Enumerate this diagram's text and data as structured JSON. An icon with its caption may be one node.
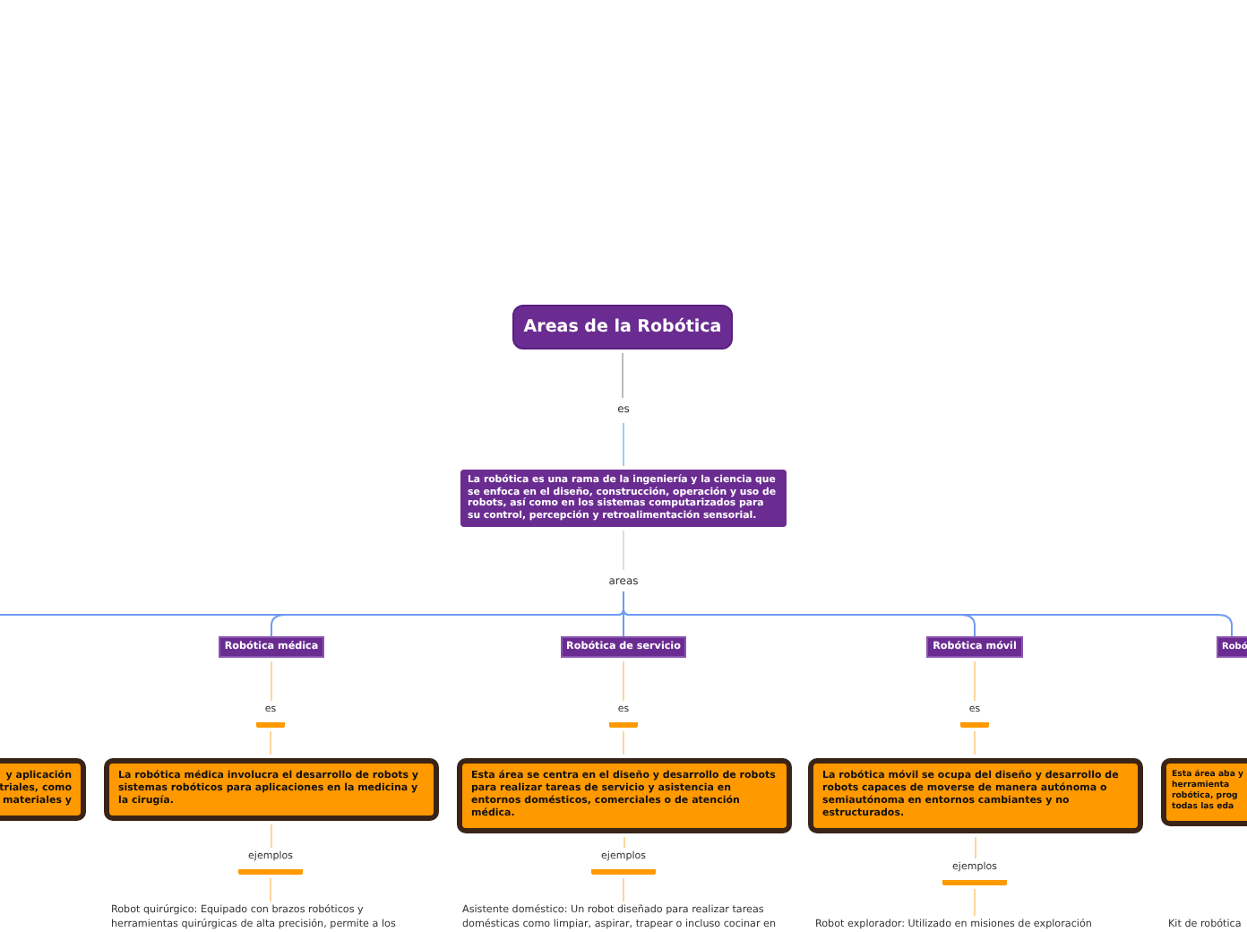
{
  "diagram": {
    "nodes": [
      {
        "text": [
          "Areas de la Robótica"
        ]
      },
      {
        "text": [
          "es"
        ]
      },
      {
        "text": [
          "La robótica es una rama de la ingeniería y la ciencia que se enfoca en el diseño, construcción, operación y uso de robots, así como en los sistemas computarizados para su control, percepción y retroalimentación sensorial."
        ]
      },
      {
        "text": [
          "areas"
        ]
      },
      {
        "text": [
          "y aplicación triales, como materiales y"
        ]
      },
      {
        "text": [
          "Robótica médica"
        ]
      },
      {
        "text": [
          "es"
        ]
      },
      {
        "text": [
          "La robótica médica involucra el desarrollo de robots y sistemas robóticos para aplicaciones en la medicina y la cirugía."
        ]
      },
      {
        "text": [
          "ejemplos"
        ]
      },
      {
        "text": [
          "Robot quirúrgico: Equipado con brazos robóticos y herramientas quirúrgicas de alta precisión, permite a los"
        ]
      },
      {
        "text": [
          "Robótica de servicio"
        ]
      },
      {
        "text": [
          "es"
        ]
      },
      {
        "text": [
          "Esta área se centra en el diseño y desarrollo de robots para realizar tareas de servicio y asistencia en entornos domésticos, comerciales o de atención médica."
        ]
      },
      {
        "text": [
          "ejemplos"
        ]
      },
      {
        "text": [
          "Asistente doméstico: Un robot diseñado para realizar tareas domésticas como limpiar, aspirar, trapear o incluso cocinar en"
        ]
      },
      {
        "text": [
          "Robótica móvil"
        ]
      },
      {
        "text": [
          "es"
        ]
      },
      {
        "text": [
          "La robótica móvil se ocupa del diseño y desarrollo de robots capaces de moverse de manera autónoma o semiautónoma en entornos cambiantes y no estructurados."
        ]
      },
      {
        "text": [
          "ejemplos"
        ]
      },
      {
        "text": [
          "Robot explorador: Utilizado en misiones de exploración"
        ]
      },
      {
        "text": [
          "Robó"
        ]
      },
      {
        "text": [
          "Esta área aba y herramienta robótica, prog todas las eda"
        ]
      },
      {
        "text": [
          "Kit de robótica"
        ]
      }
    ],
    "edges": [
      {
        "from": 0,
        "to": 1,
        "arrow": "none",
        "color": "#bbbbbb"
      },
      {
        "from": 1,
        "to": 2,
        "arrow": "none",
        "color": "#a8c4ff"
      },
      {
        "from": 2,
        "to": 3,
        "arrow": "none",
        "color": "#dddddd"
      },
      {
        "from": 3,
        "to": null,
        "arrow": "none",
        "color": "#6f9af2"
      },
      {
        "from": 3,
        "to": 5,
        "arrow": "none",
        "color": "#6f9af2"
      },
      {
        "from": 3,
        "to": 10,
        "arrow": "none",
        "color": "#6f9af2"
      },
      {
        "from": 3,
        "to": 15,
        "arrow": "none",
        "color": "#6f9af2"
      },
      {
        "from": 3,
        "to": 20,
        "arrow": "none",
        "color": "#6f9af2"
      },
      {
        "from": 5,
        "to": 6,
        "arrow": "none"
      },
      {
        "from": 6,
        "to": 7,
        "arrow": "none"
      },
      {
        "from": 7,
        "to": 8,
        "arrow": "none"
      },
      {
        "from": 8,
        "to": 9,
        "arrow": "none"
      },
      {
        "from": 10,
        "to": 11,
        "arrow": "none"
      },
      {
        "from": 11,
        "to": 12,
        "arrow": "none"
      },
      {
        "from": 12,
        "to": 13,
        "arrow": "none"
      },
      {
        "from": 13,
        "to": 14,
        "arrow": "none"
      },
      {
        "from": 15,
        "to": 16,
        "arrow": "none"
      },
      {
        "from": 16,
        "to": 17,
        "arrow": "none"
      },
      {
        "from": 17,
        "to": 18,
        "arrow": "none"
      },
      {
        "from": 18,
        "to": 19,
        "arrow": "none"
      }
    ]
  }
}
